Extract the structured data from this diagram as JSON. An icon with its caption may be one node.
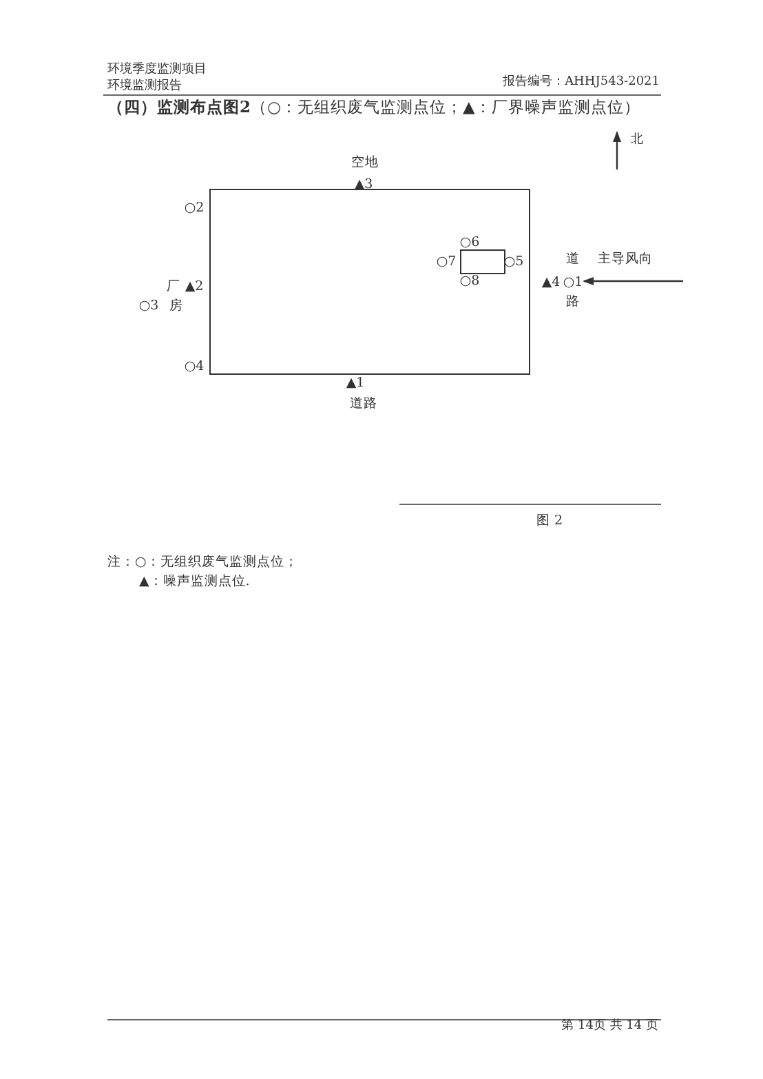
{
  "diagram": {
    "title": "**（四）监测布点图2**（○：无组织废气监测点位；▲：厂界噪声监测点位）",
    "nodes": [
      {
        "text": [],
        "shape": "box"
      },
      {
        "text": [],
        "shape": "box",
        "in": 0
      }
    ],
    "labels": [
      "环境季度监测项目",
      "环境监测报告",
      "报告编号：AHHJ543-2021",
      "北",
      "空地",
      "▲3",
      "○2",
      "○6",
      "○7",
      "○5",
      "道",
      "主导风向",
      "厂",
      "▲2",
      "▲4",
      "○1",
      "○3",
      "房",
      "○8",
      "路",
      "○4",
      "▲1",
      "道路",
      "图 2",
      "注：○：无组织废气监测点位；",
      "▲：噪声监测点位.",
      "第 14页 共 14 页"
    ]
  }
}
